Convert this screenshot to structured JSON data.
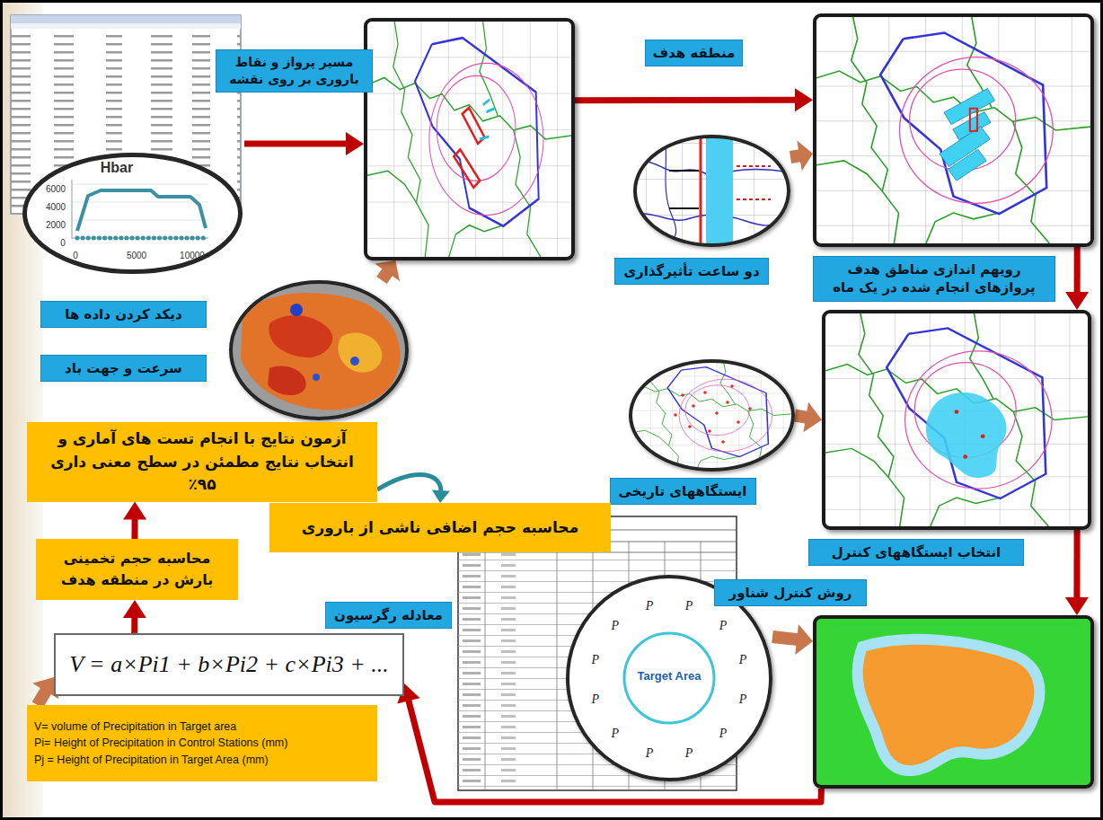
{
  "diagram": {
    "nodes": [
      {
        "text": [
          "Hbar"
        ]
      },
      {
        "text": [
          "مسیر پرواز و نقاط باروری بر روی نقشه"
        ]
      },
      {
        "text": [
          "رویهم اندازی مناطق هدف پروازهای انجام شده در یک ماه"
        ]
      },
      {
        "text": [
          "دیکد کردن داده ها"
        ]
      },
      {
        "text": [
          "دو ساعت تأثیرگذاری"
        ]
      },
      {
        "text": [
          "سرعت و جهت باد"
        ]
      },
      {
        "text": [
          "انتخاب ایستگاههای کنترل"
        ]
      },
      {
        "text": [
          "ایستگاههای تاریخی"
        ]
      },
      {
        "text": [
          "آزمون نتایج با انجام تست های آماری و انتخاب نتایج مطمئن در سطح معنی داری ۹۵٪"
        ]
      },
      {
        "text": [
          "محاسبه حجم اضافی ناشی از باروری"
        ]
      },
      {
        "text": [
          "محاسبه حجم تخمینی بارش در منطقه هدف"
        ]
      },
      {
        "text": [
          "Target Area"
        ]
      },
      {
        "text": [
          "روش کنترل شناور"
        ]
      },
      {
        "text": [
          "معادله رگرسیون"
        ]
      },
      {
        "text": [
          "V = a×Pi1 + b×Pi2 + c×Pi3 + ..."
        ]
      },
      {
        "text": [
          "V= volume of Precipitation in Target area",
          "Pi= Height of Precipitation in Control Stations (mm)",
          "Pj = Height of Precipitation in Target Area (mm)"
        ]
      }
    ],
    "edges": [
      {
        "from": 0,
        "to": 1,
        "arrow": "to"
      },
      {
        "from": 5,
        "to": 1,
        "arrow": "to"
      },
      {
        "from": 1,
        "to": 2,
        "label": "منطقه هدف",
        "arrow": "to"
      },
      {
        "from": 4,
        "to": 2,
        "arrow": "to"
      },
      {
        "from": 2,
        "to": 6,
        "arrow": "to"
      },
      {
        "from": 7,
        "to": 6,
        "arrow": "to"
      },
      {
        "from": 6,
        "to": 12,
        "arrow": "to"
      },
      {
        "from": 11,
        "to": 12,
        "arrow": "to"
      },
      {
        "from": 12,
        "to": 14,
        "arrow": "to"
      },
      {
        "from": 14,
        "to": 10,
        "arrow": "to"
      },
      {
        "from": 10,
        "to": 8,
        "arrow": "to"
      },
      {
        "from": 8,
        "to": 9,
        "arrow": "to"
      },
      {
        "from": 15,
        "to": 14,
        "arrow": "to"
      }
    ],
    "labels": [
      "6000",
      "4000",
      "2000",
      "0",
      "0",
      "5000",
      "10000",
      "P",
      "P",
      "P",
      "P",
      "P",
      "P",
      "P",
      "P",
      "P",
      "P",
      "P",
      "P"
    ]
  }
}
